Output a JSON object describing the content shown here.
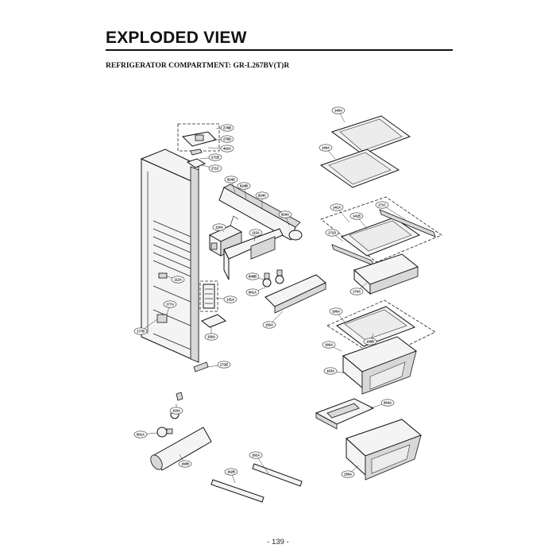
{
  "header": {
    "title": "EXPLODED VIEW",
    "subtitle": "REFRIGERATOR COMPARTMENT: GR-L267BV(T)R"
  },
  "parts": [
    {
      "id": "p278b",
      "label": "278B"
    },
    {
      "id": "p278d",
      "label": "278D"
    },
    {
      "id": "p402a",
      "label": "402A"
    },
    {
      "id": "p271b",
      "label": "271B"
    },
    {
      "id": "p271c",
      "label": "271C"
    },
    {
      "id": "p824d",
      "label": "824D"
    },
    {
      "id": "p824b",
      "label": "824B"
    },
    {
      "id": "p824c",
      "label": "824C"
    },
    {
      "id": "p824a",
      "label": "824A"
    },
    {
      "id": "p116a",
      "label": "116A"
    },
    {
      "id": "p115a",
      "label": "115A"
    },
    {
      "id": "p608b",
      "label": "608B"
    },
    {
      "id": "p601a1",
      "label": "601A"
    },
    {
      "id": "p131a",
      "label": "131A"
    },
    {
      "id": "p112a",
      "label": "112A"
    },
    {
      "id": "p177a",
      "label": "177A"
    },
    {
      "id": "p177b",
      "label": "177B"
    },
    {
      "id": "p150a1",
      "label": "150A"
    },
    {
      "id": "p150a2",
      "label": "150A"
    },
    {
      "id": "p272b",
      "label": "272B"
    },
    {
      "id": "p103a",
      "label": "103A"
    },
    {
      "id": "p601a2",
      "label": "601A"
    },
    {
      "id": "p160b",
      "label": "160B"
    },
    {
      "id": "p162b",
      "label": "162B"
    },
    {
      "id": "p162a",
      "label": "162A"
    },
    {
      "id": "p140a1",
      "label": "140A"
    },
    {
      "id": "p140a2",
      "label": "140A"
    },
    {
      "id": "p141a",
      "label": "141A"
    },
    {
      "id": "p141b",
      "label": "141B"
    },
    {
      "id": "p171c",
      "label": "171C"
    },
    {
      "id": "p171d",
      "label": "171D"
    },
    {
      "id": "p170a",
      "label": "170A"
    },
    {
      "id": "p166a1",
      "label": "166A"
    },
    {
      "id": "p166b",
      "label": "166B"
    },
    {
      "id": "p166a2",
      "label": "166A"
    },
    {
      "id": "p163a",
      "label": "163A"
    },
    {
      "id": "p604a",
      "label": "604A"
    },
    {
      "id": "p156a",
      "label": "156A"
    }
  ],
  "footer": {
    "page_number": "- 139 -"
  }
}
